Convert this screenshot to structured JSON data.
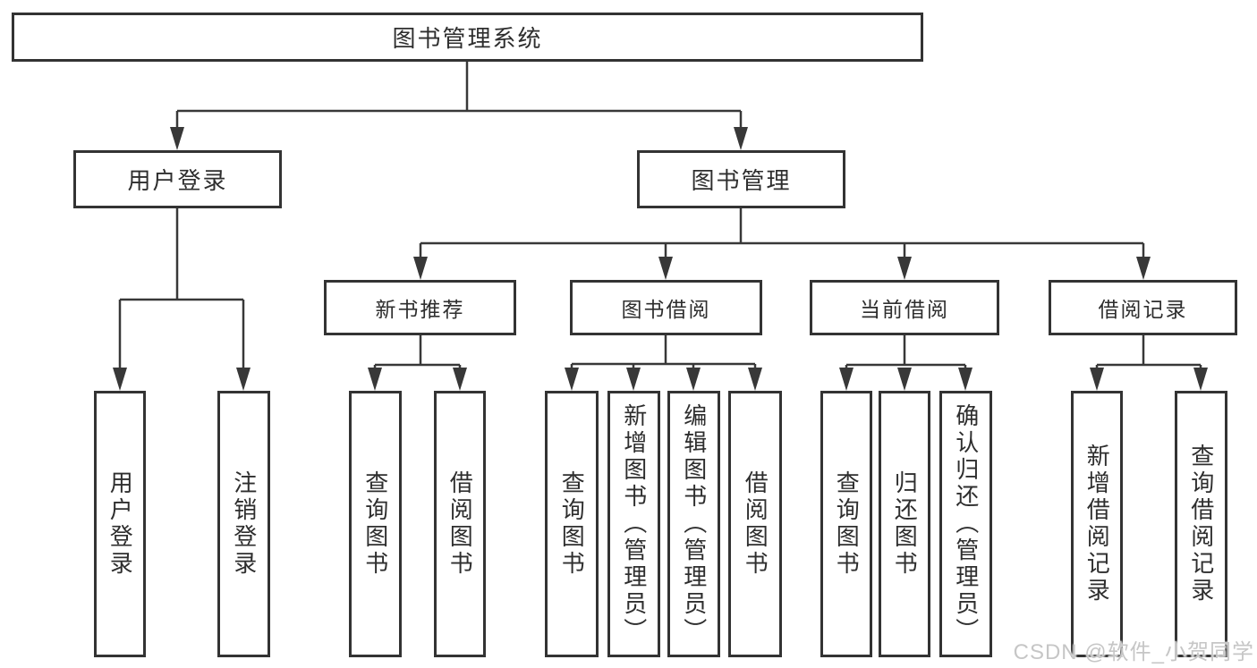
{
  "diagram": {
    "root": {
      "label": "图书管理系统"
    },
    "level2": [
      {
        "label": "用户登录",
        "leaves": [
          {
            "label": "用户登录"
          },
          {
            "label": "注销登录"
          }
        ]
      },
      {
        "label": "图书管理"
      }
    ],
    "level3": [
      {
        "label": "新书推荐",
        "leaves": [
          {
            "label": "查询图书"
          },
          {
            "label": "借阅图书"
          }
        ]
      },
      {
        "label": "图书借阅",
        "leaves": [
          {
            "label": "查询图书"
          },
          {
            "label": "新增图书（管理员）"
          },
          {
            "label": "编辑图书（管理员）"
          },
          {
            "label": "借阅图书"
          }
        ]
      },
      {
        "label": "当前借阅",
        "leaves": [
          {
            "label": "查询图书"
          },
          {
            "label": "归还图书"
          },
          {
            "label": "确认归还（管理员）"
          }
        ]
      },
      {
        "label": "借阅记录",
        "leaves": [
          {
            "label": "新增借阅记录"
          },
          {
            "label": "查询借阅记录"
          }
        ]
      }
    ]
  },
  "watermark": {
    "text": "CSDN @软件_小贺同学"
  },
  "colors": {
    "line": "#383838",
    "box_border": "#333333",
    "text": "#2e2e2e",
    "background": "#ffffff",
    "watermark": "#c6c6c6"
  }
}
